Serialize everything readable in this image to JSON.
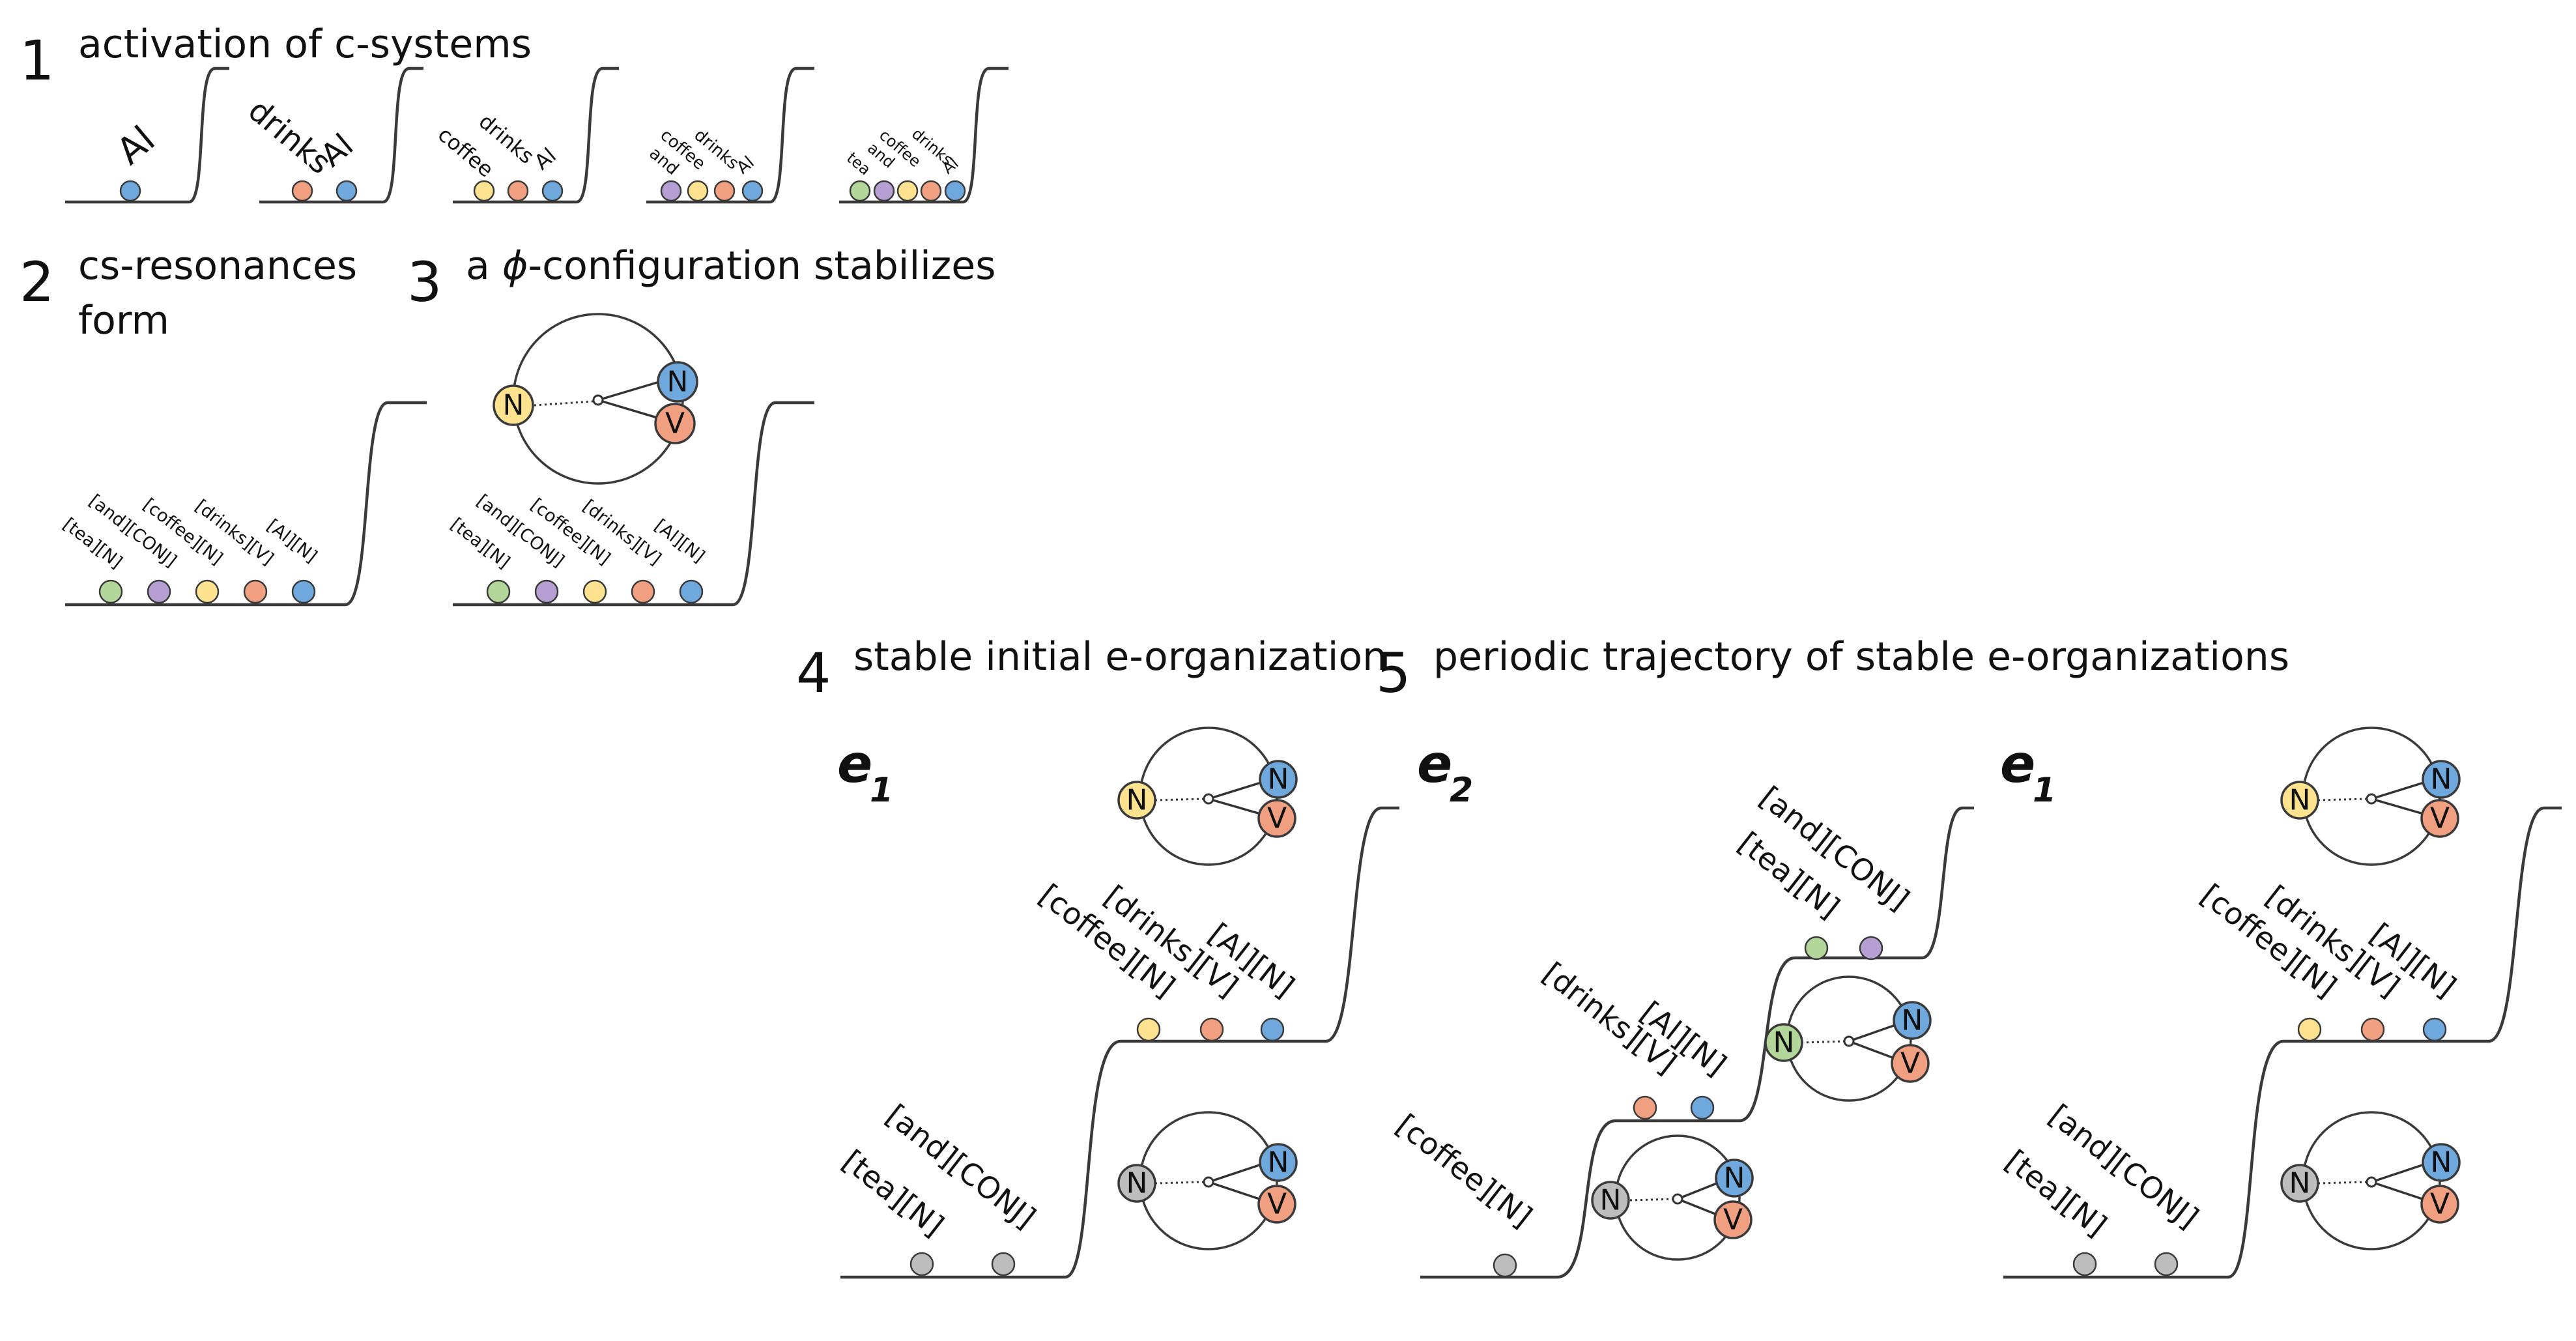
{
  "colors": {
    "blue": "#6fa8dc",
    "orange": "#f0a080",
    "yellow": "#fde290",
    "purple": "#b59fd2",
    "green": "#b3d79a",
    "gray": "#bdbdbd",
    "line": "#3a3a3a"
  },
  "panel1": {
    "number": "1",
    "title": "activation of c-systems",
    "words": {
      "al": "Al",
      "drinks": "drinks",
      "coffee": "coffee",
      "and": "and",
      "tea": "tea"
    }
  },
  "panel2": {
    "number": "2",
    "title_line1": "cs-resonances",
    "title_line2": "form",
    "labels": [
      "[tea][N]",
      "[and][CONJ]",
      "[coffee][N]",
      "[drinks][V]",
      "[Al][N]"
    ]
  },
  "panel3": {
    "number": "3",
    "title_prefix": "a ",
    "phi": "ϕ",
    "title_suffix": "-configuration stabilizes",
    "labels": [
      "[tea][N]",
      "[and][CONJ]",
      "[coffee][N]",
      "[drinks][V]",
      "[Al][N]"
    ]
  },
  "panel4": {
    "number": "4",
    "title": "stable initial e-organization",
    "e_label": "e",
    "e_sub": "1",
    "upper_labels": [
      "[coffee][N]",
      "[drinks][V]",
      "[Al][N]"
    ],
    "lower_labels": [
      "[tea][N]",
      "[and][CONJ]"
    ]
  },
  "panel5": {
    "number": "5",
    "title": "periodic trajectory of stable e-organizations",
    "e2_label": "e",
    "e2_sub": "2",
    "e2_top_labels": [
      "[tea][N]",
      "[and][CONJ]"
    ],
    "e2_mid_labels": [
      "[drinks][V]",
      "[Al][N]"
    ],
    "e2_low_labels": [
      "[coffee][N]"
    ],
    "e1_label": "e",
    "e1_sub": "1",
    "e1_upper_labels": [
      "[coffee][N]",
      "[drinks][V]",
      "[Al][N]"
    ],
    "e1_lower_labels": [
      "[tea][N]",
      "[and][CONJ]"
    ]
  },
  "node_letters": {
    "noun": "N",
    "verb": "V"
  }
}
